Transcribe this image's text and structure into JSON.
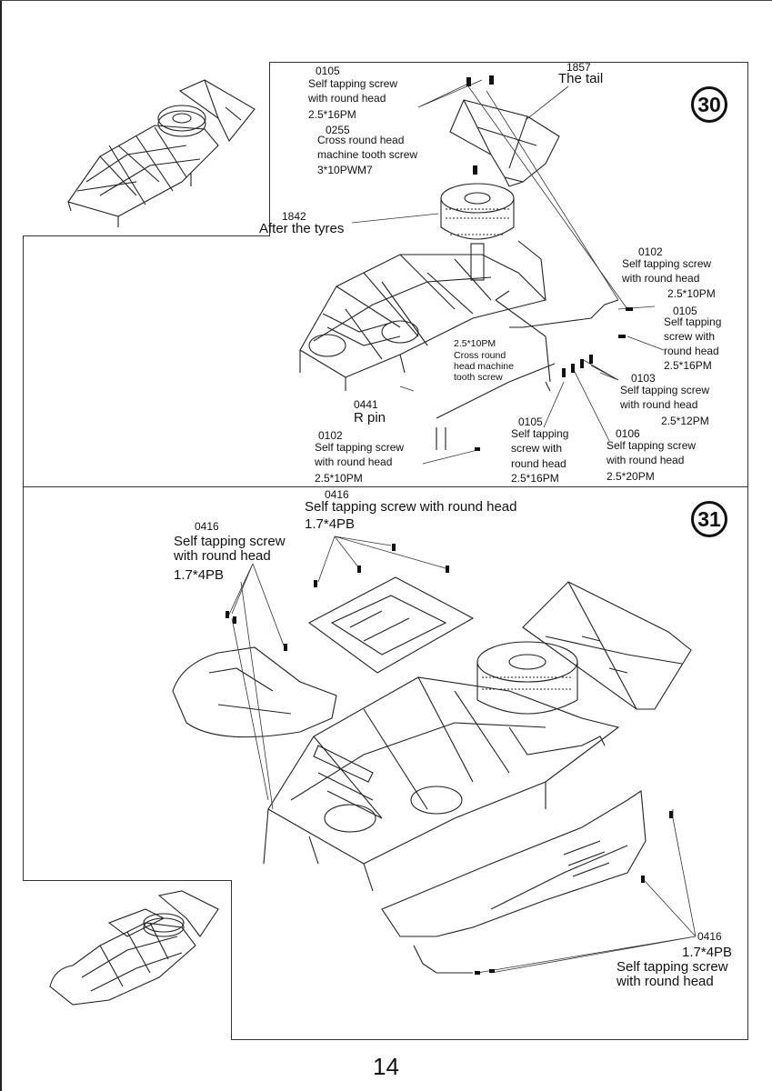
{
  "page_number": "14",
  "steps": [
    {
      "number": "30",
      "labels": [
        {
          "code": "0105",
          "lines": [
            "Self tapping screw",
            "with round head",
            "2.5*16PM"
          ]
        },
        {
          "code": "0255",
          "lines": [
            "Cross round head",
            "machine tooth screw",
            "3*10PWM7"
          ]
        },
        {
          "code": "1857",
          "lines": [
            "The tail"
          ]
        },
        {
          "code": "1842",
          "lines": [
            "After the tyres"
          ]
        },
        {
          "code": "0102",
          "lines": [
            "Self tapping screw",
            "with round head",
            "2.5*10PM"
          ]
        },
        {
          "code": "0105",
          "lines": [
            "Self tapping",
            "screw with",
            "round head",
            "2.5*16PM"
          ]
        },
        {
          "code": "",
          "lines": [
            "2.5*10PM",
            "Cross round",
            "head machine",
            "tooth screw"
          ]
        },
        {
          "code": "0103",
          "lines": [
            "Self tapping screw",
            "with round head",
            "2.5*12PM"
          ]
        },
        {
          "code": "0441",
          "lines": [
            "R pin"
          ]
        },
        {
          "code": "0102",
          "lines": [
            "Self tapping screw",
            "with round head",
            "2.5*10PM"
          ]
        },
        {
          "code": "0105",
          "lines": [
            "Self tapping",
            "screw with",
            "round head",
            "2.5*16PM"
          ]
        },
        {
          "code": "0106",
          "lines": [
            "Self tapping screw",
            "with round head",
            "2.5*20PM"
          ]
        }
      ]
    },
    {
      "number": "31",
      "labels": [
        {
          "code": "0416",
          "lines": [
            "Self tapping screw with round head",
            "1.7*4PB"
          ]
        },
        {
          "code": "0416",
          "lines": [
            "Self tapping screw",
            "with round head",
            "1.7*4PB"
          ]
        },
        {
          "code": "0416",
          "lines": [
            "1.7*4PB",
            "Self tapping screw",
            "with round head"
          ]
        }
      ]
    }
  ]
}
